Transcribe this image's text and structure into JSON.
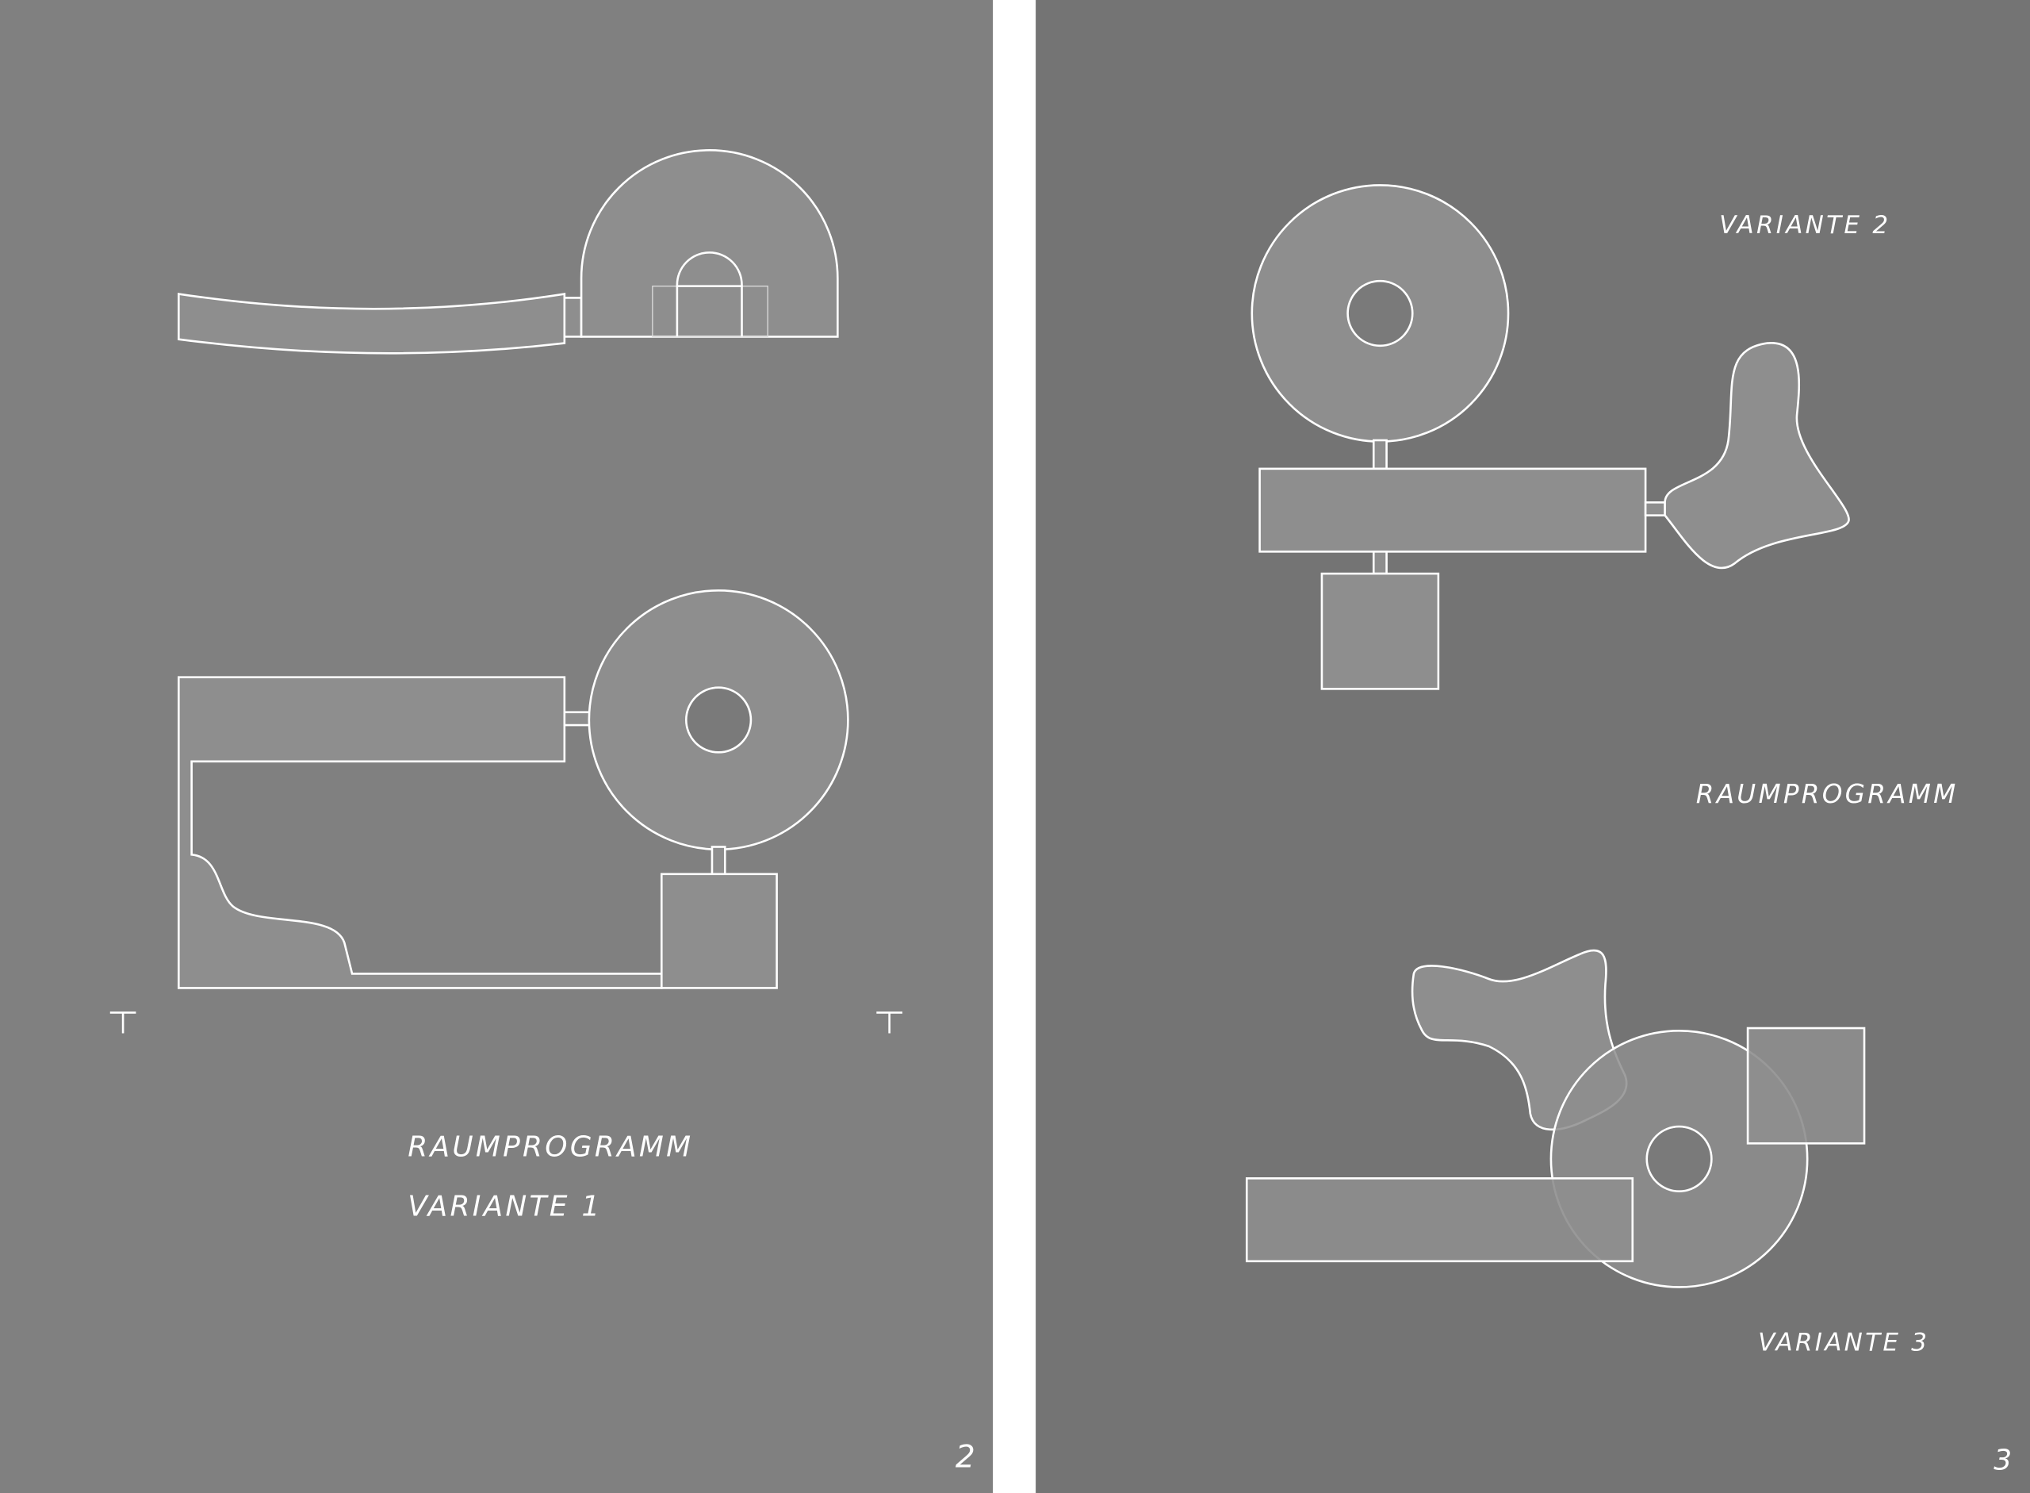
{
  "left_page": {
    "label_program": "RAUMPROGRAMM",
    "label_variant": "VARIANTE 1",
    "page_number": "2"
  },
  "right_page": {
    "label_variant_2": "VARIANTE 2",
    "label_program": "RAUMPROGRAMM",
    "label_variant_3": "VARIANTE 3",
    "page_number": "3"
  },
  "colors": {
    "left_background": "#808080",
    "right_background": "#747474",
    "gutter": "#ffffff",
    "line": "#ffffff"
  }
}
